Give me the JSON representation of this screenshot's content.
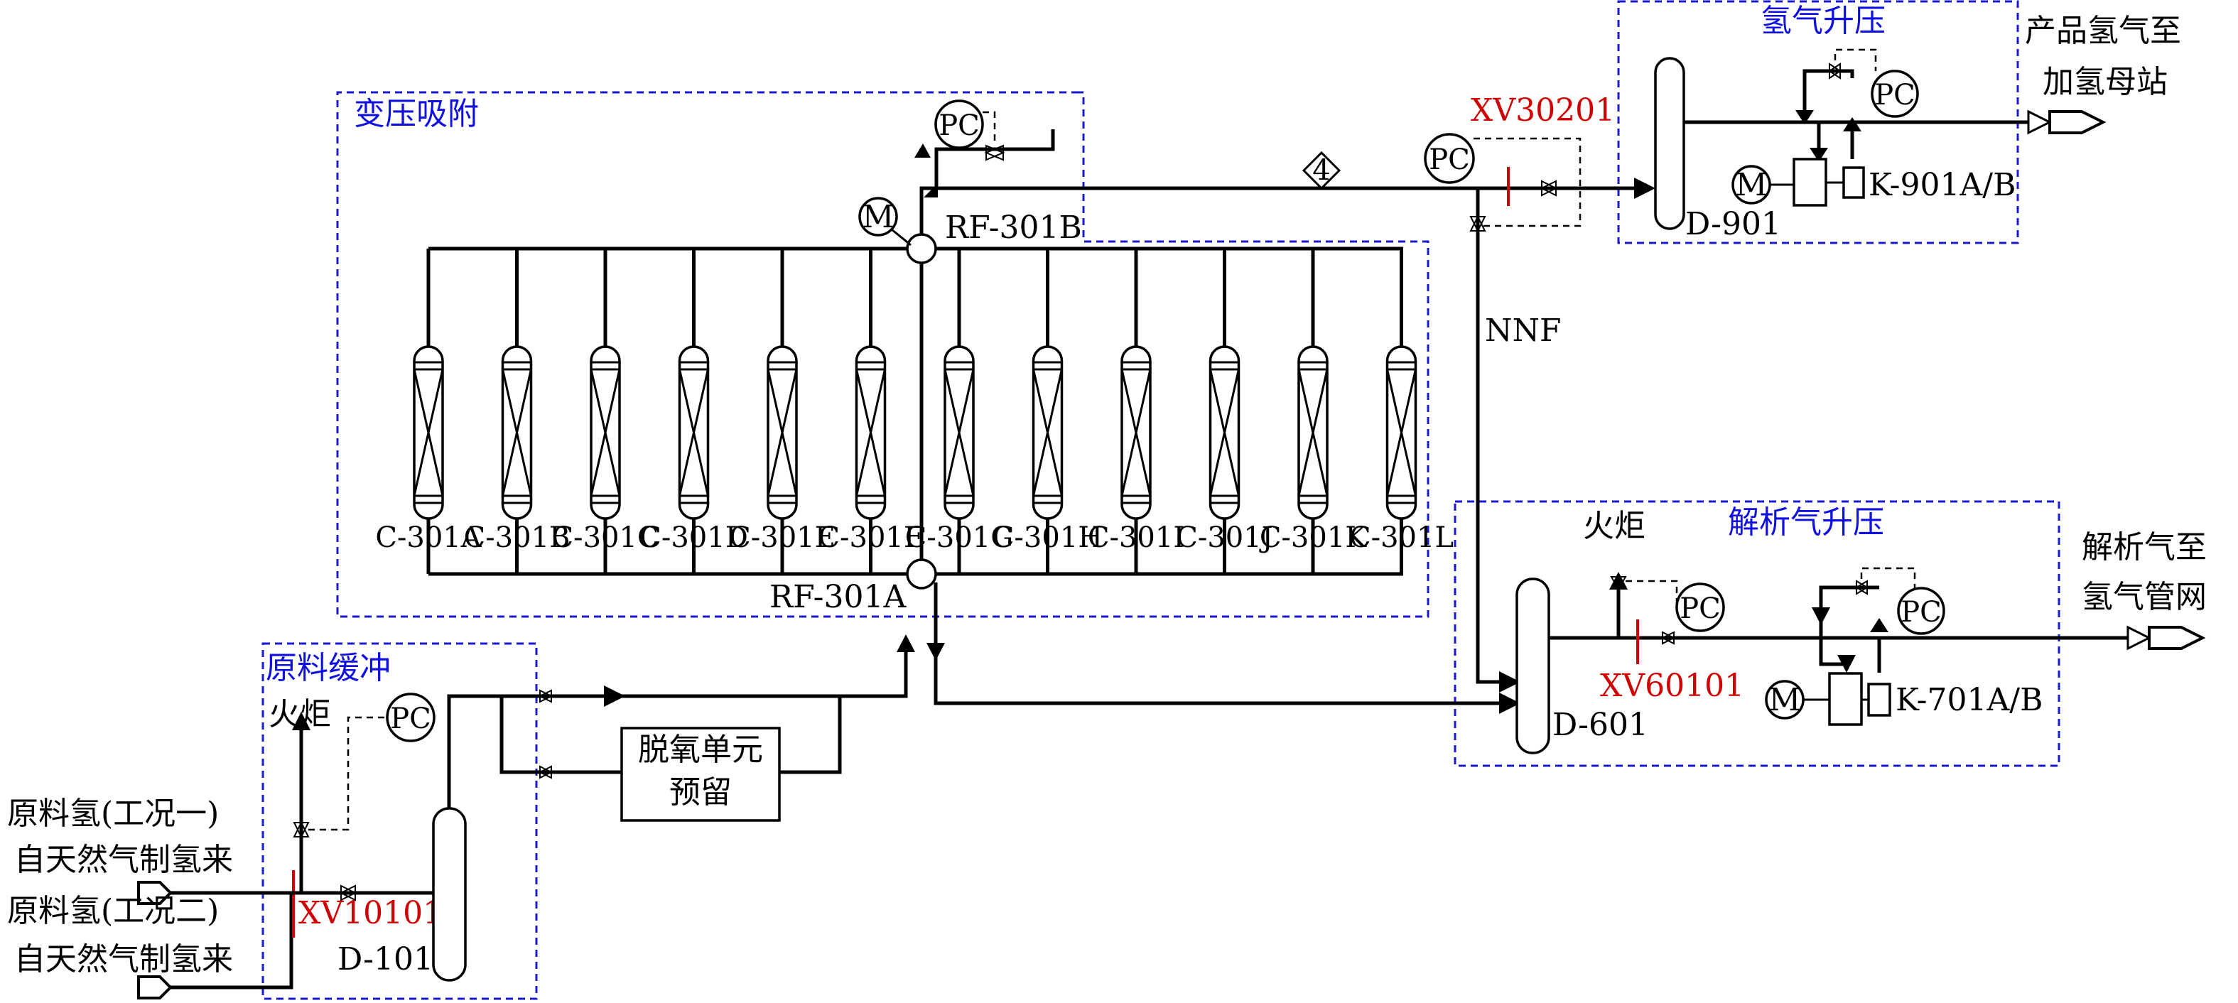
{
  "sections": {
    "psa": "变压吸附",
    "feed_buffer": "原料缓冲",
    "h2_boost": "氢气升压",
    "desorb_boost": "解析气升压"
  },
  "columns": [
    "C-301A",
    "C-301B",
    "C-301C",
    "C-301D",
    "C-301E",
    "C-301F",
    "C-301G",
    "C-301H",
    "C-301I",
    "C-301J",
    "C-301K",
    "C-301L"
  ],
  "equipment": {
    "rf301b": "RF-301B",
    "rf301a": "RF-301A",
    "d101": "D-101",
    "d601": "D-601",
    "d901": "D-901",
    "k901": "K-901A/B",
    "k701": "K-701A/B",
    "deox_line1": "脱氧单元",
    "deox_line2": "预留"
  },
  "valves": {
    "xv10101": "XV10101",
    "xv60101": "XV60101",
    "xv30201": "XV30201"
  },
  "instruments": {
    "pc": "PC",
    "motor": "M"
  },
  "streams": {
    "feed1_line1": "原料氢(工况一)",
    "feed1_line2": "自天然气制氢来",
    "feed2_line1": "原料氢(工况二)",
    "feed2_line2": "自天然气制氢来",
    "flare": "火炬",
    "product_line1": "产品氢气至",
    "product_line2": "加氢母站",
    "desorb_line1": "解析气至",
    "desorb_line2": "氢气管网",
    "nnf": "NNF",
    "stream_no": "4"
  }
}
